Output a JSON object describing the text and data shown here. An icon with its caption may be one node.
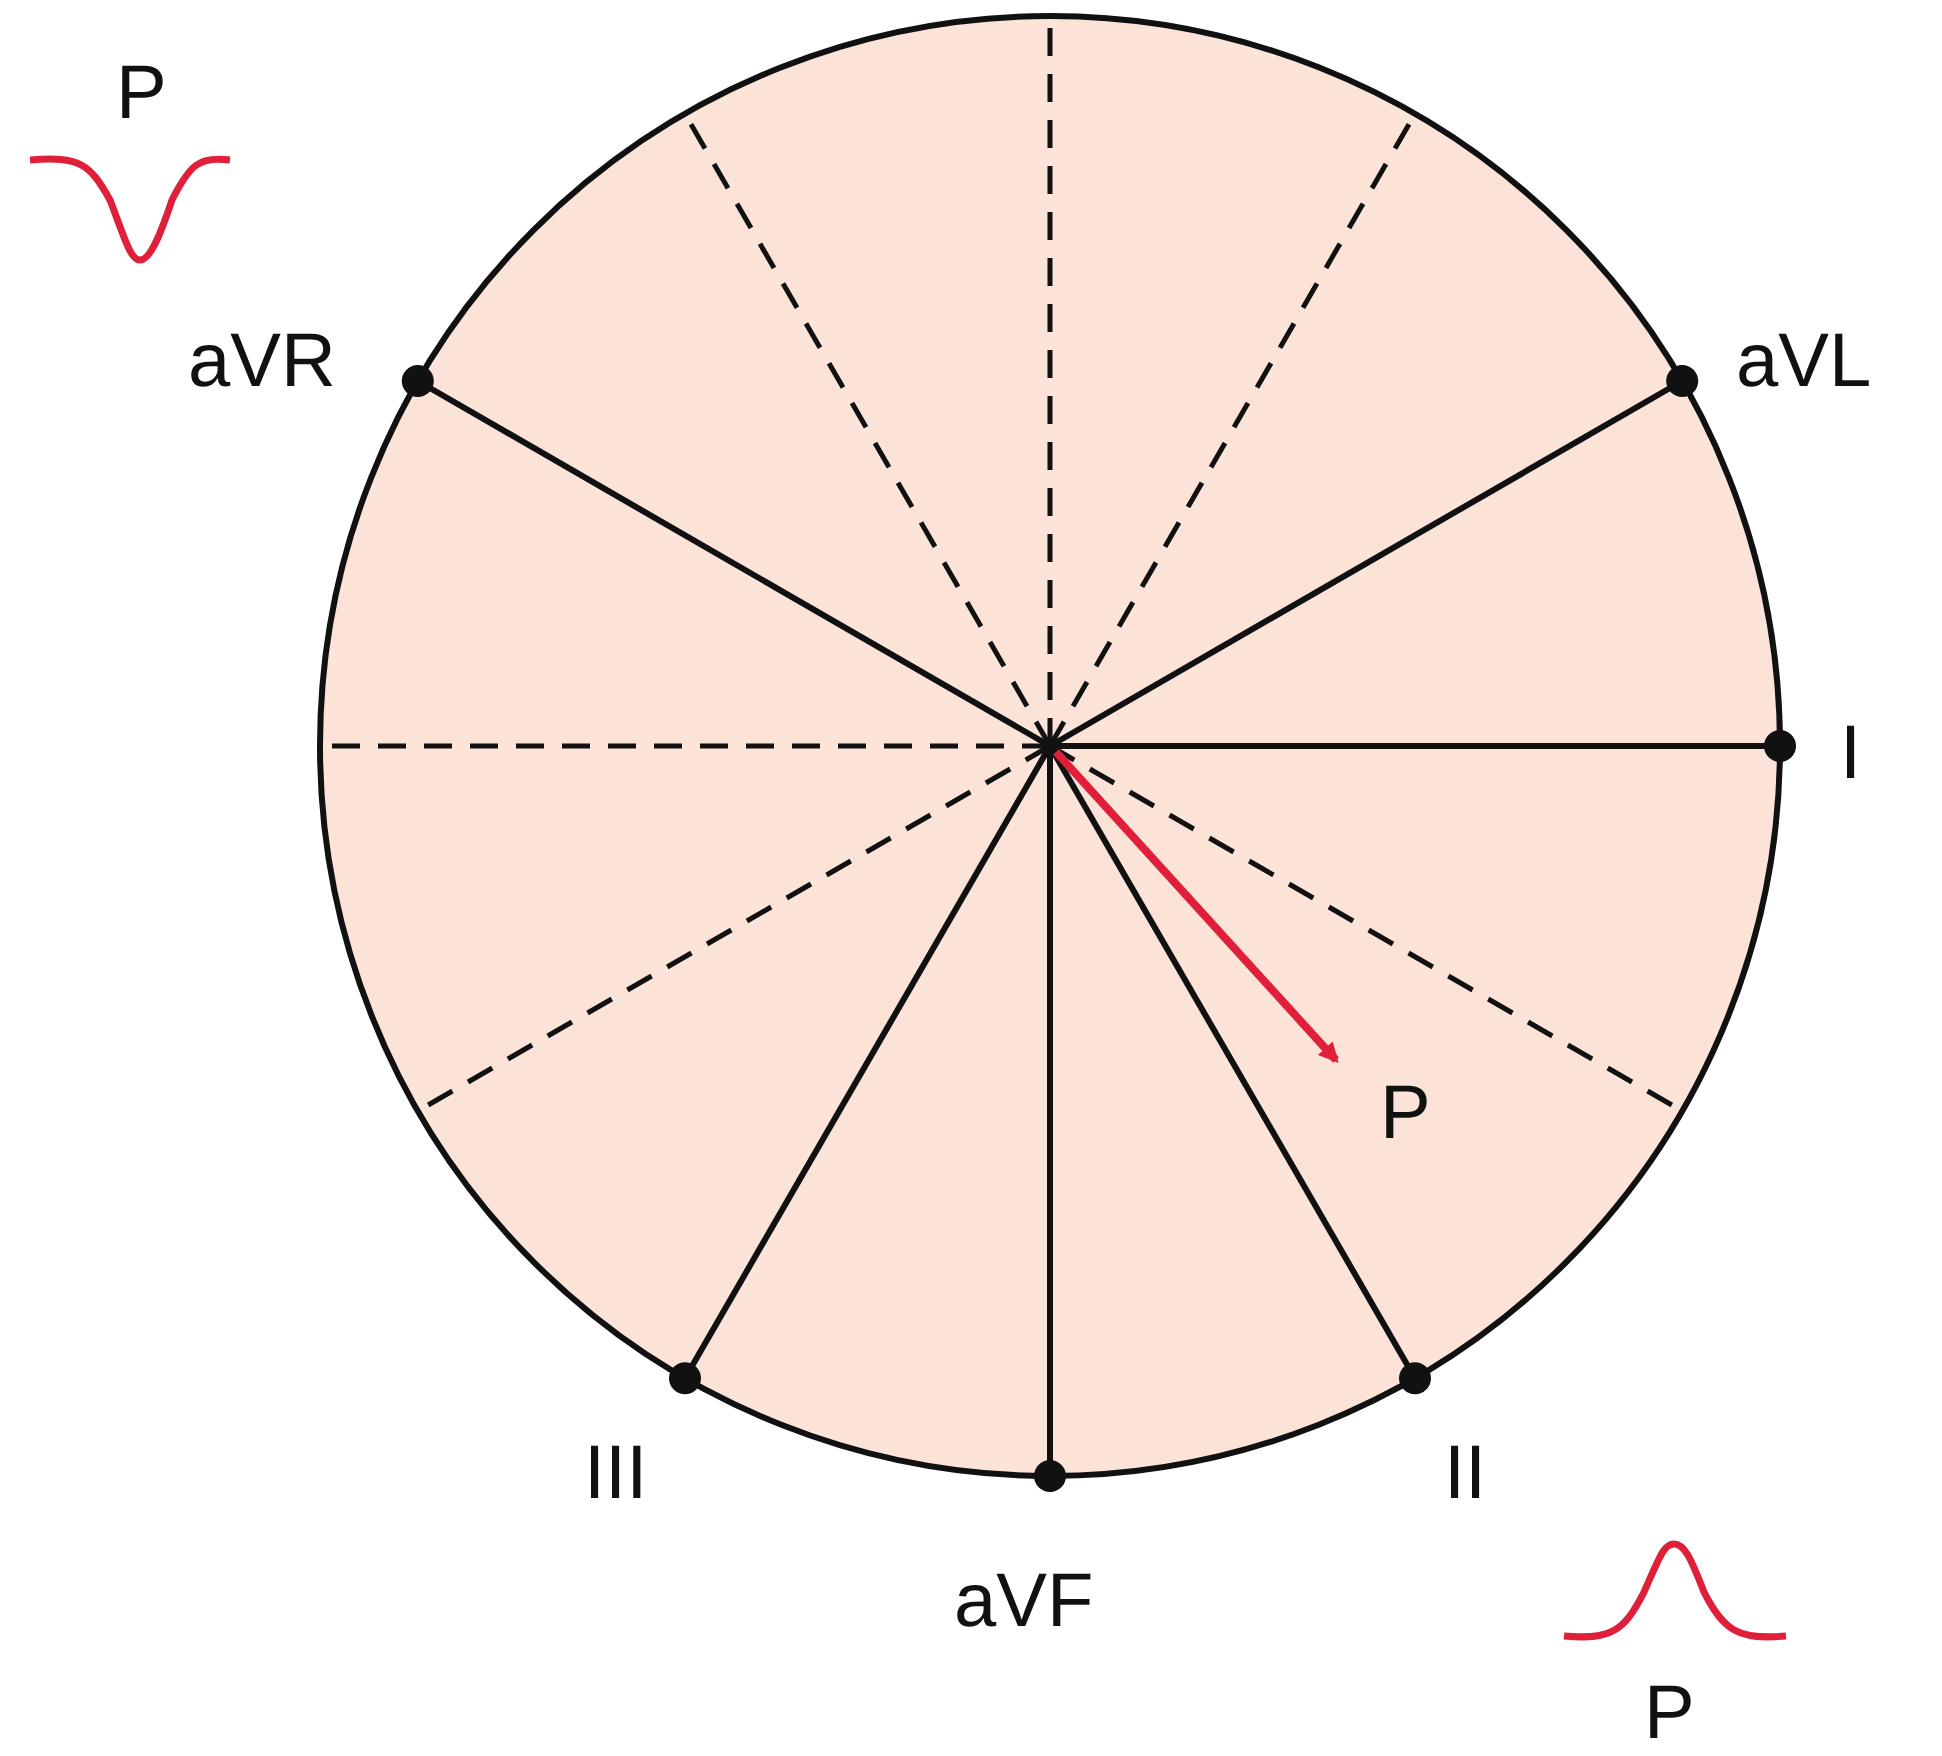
{
  "diagram": {
    "labels": [
      "P",
      "aVR",
      "aVL",
      "I",
      "P",
      "III",
      "II",
      "aVF",
      "P"
    ]
  }
}
